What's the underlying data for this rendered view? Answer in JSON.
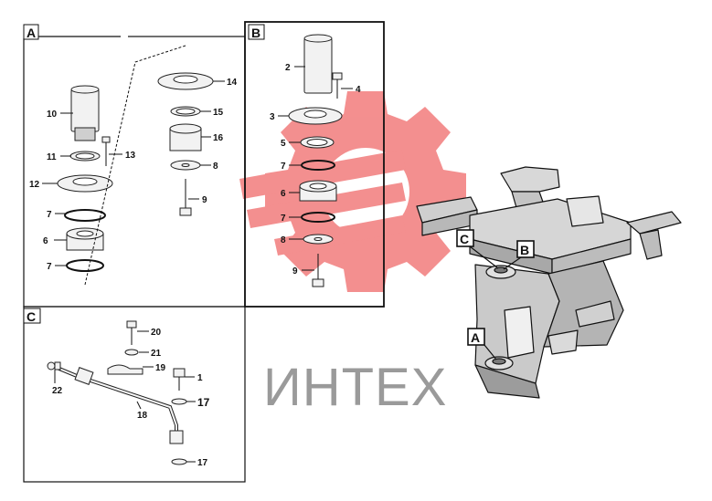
{
  "sections": [
    {
      "id": "A",
      "label": "A"
    },
    {
      "id": "B",
      "label": "B"
    },
    {
      "id": "C",
      "label": "C"
    }
  ],
  "callouts": [
    {
      "id": "callout-a",
      "label": "A"
    },
    {
      "id": "callout-b",
      "label": "B"
    },
    {
      "id": "callout-c",
      "label": "C"
    }
  ],
  "part_labels": {
    "a": [
      "10",
      "11",
      "12",
      "13",
      "7",
      "6",
      "7",
      "14",
      "15",
      "16",
      "8",
      "9"
    ],
    "b": [
      "2",
      "4",
      "3",
      "5",
      "7",
      "6",
      "7",
      "8",
      "9"
    ],
    "c": [
      "20",
      "21",
      "19",
      "1",
      "22",
      "17",
      "18",
      "17"
    ]
  },
  "watermark": {
    "text": "ИНТЕХ",
    "color": "#f06a6a"
  },
  "colors": {
    "frame": "#111111",
    "logo": "#f06a6a"
  }
}
